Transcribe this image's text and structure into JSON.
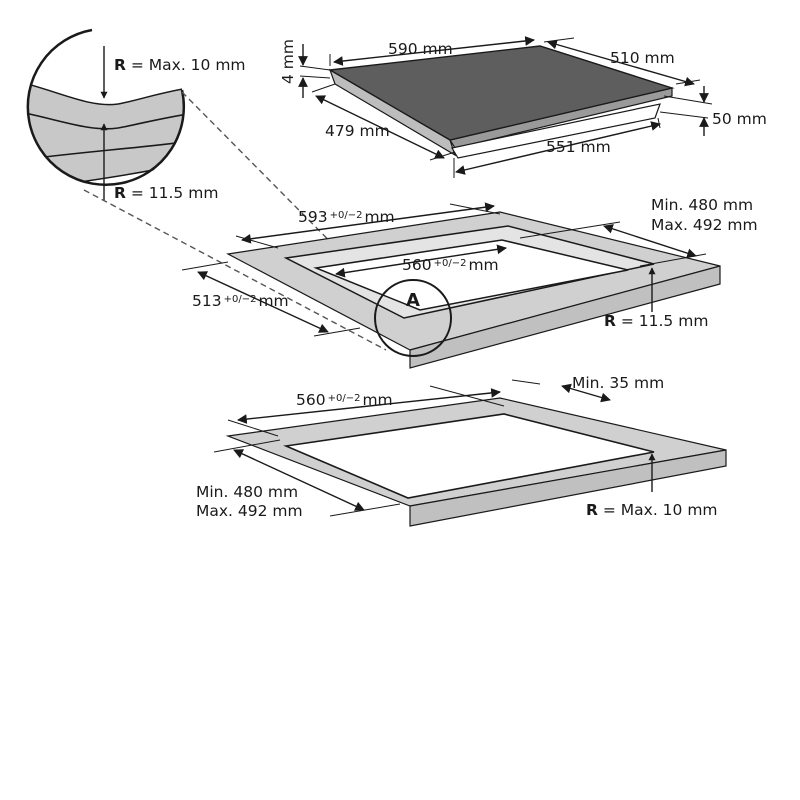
{
  "hob": {
    "depth_top": "510 mm",
    "width_top": "590 mm",
    "glass_thickness": "4 mm",
    "depth_bottom": "479 mm",
    "width_bottom": "551 mm",
    "height": "50 mm"
  },
  "detail_a": {
    "radius_top_prefix": "R",
    "radius_top_text": " = Max. 10 mm",
    "radius_bottom_prefix": "R",
    "radius_bottom_text": " = 11.5 mm",
    "marker": "A"
  },
  "cutout_recessed": {
    "outer_width": "593",
    "outer_width_tol": "+0/−2",
    "outer_width_unit": "mm",
    "outer_depth": "513",
    "outer_depth_tol": "+0/−2",
    "outer_depth_unit": "mm",
    "inner_width": "560",
    "inner_width_tol": "+0/−2",
    "inner_width_unit": "mm",
    "depth_min": "Min. 480 mm",
    "depth_max": "Max. 492 mm",
    "radius_prefix": "R",
    "radius_text": " = 11.5 mm"
  },
  "cutout_flush": {
    "width": "560",
    "width_tol": "+0/−2",
    "width_unit": "mm",
    "margin": "Min. 35 mm",
    "depth_min": "Min. 480 mm",
    "depth_max": "Max. 492 mm",
    "radius_prefix": "R",
    "radius_text": " = Max. 10 mm"
  }
}
